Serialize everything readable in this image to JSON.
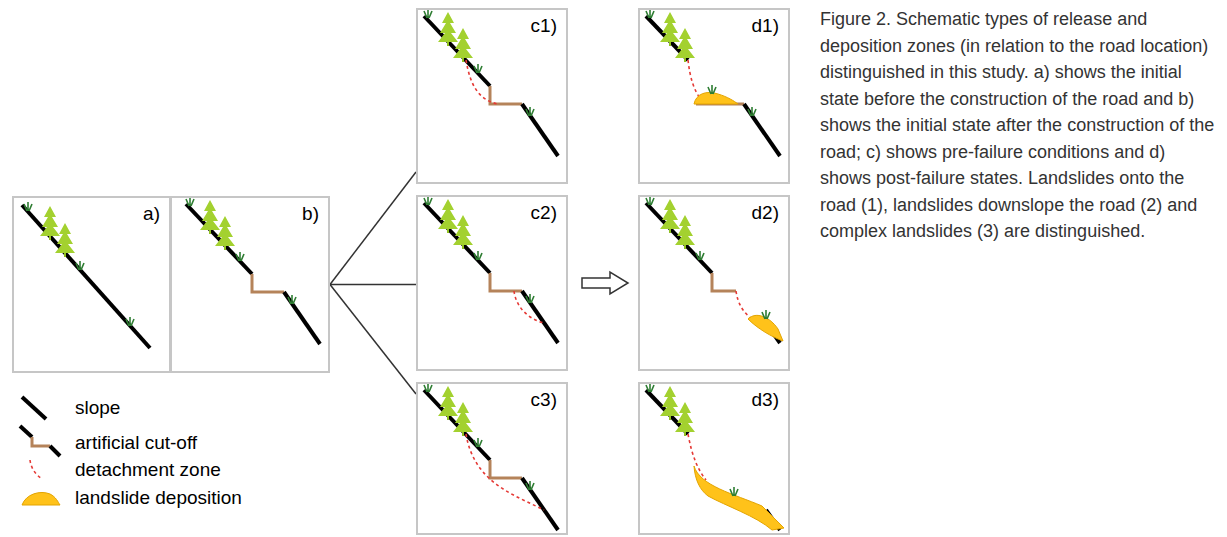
{
  "diagram": {
    "caption": "Figure 2. Schematic types of release and deposition zones (in relation to the road location) distinguished in this study. a) shows the initial state before the construction of the road and b) shows the initial state after the construction of the road; c) shows pre-failure conditions and d) shows post-failure states. Landslides onto the road (1), landslides downslope the road (2) and complex landslides (3) are distinguished.",
    "nodes": [
      {
        "text": [
          "a)"
        ]
      },
      {
        "text": [
          "b)"
        ]
      },
      {
        "text": [
          "c1)"
        ]
      },
      {
        "text": [
          "c2)"
        ]
      },
      {
        "text": [
          "c3)"
        ]
      },
      {
        "text": [
          "d1)"
        ]
      },
      {
        "text": [
          "d2)"
        ]
      },
      {
        "text": [
          "d3)"
        ]
      }
    ],
    "edges": [
      {
        "from": 1,
        "to": 2,
        "arrow": "none"
      },
      {
        "from": 1,
        "to": 3,
        "arrow": "none"
      },
      {
        "from": 1,
        "to": 4,
        "arrow": "none"
      },
      {
        "from": 3,
        "to": 6,
        "arrow": "to"
      }
    ],
    "legend": [
      {
        "text": "slope"
      },
      {
        "text": "artificial cut-off"
      },
      {
        "text": "detachment zone"
      },
      {
        "text": "landslide deposition"
      }
    ]
  }
}
